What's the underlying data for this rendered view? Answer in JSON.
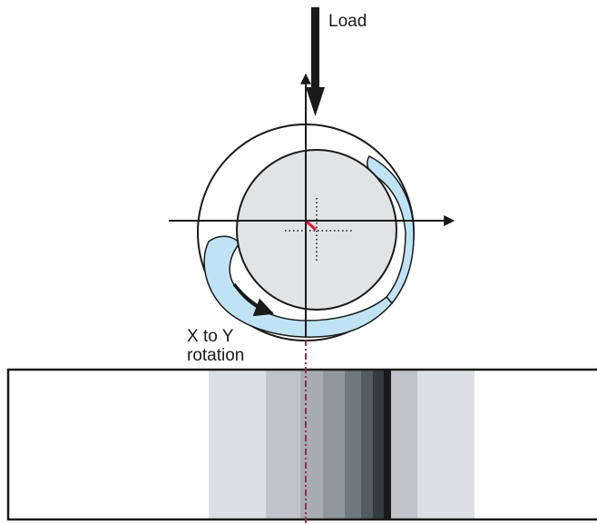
{
  "labels": {
    "load": "Load",
    "rotation_line1": "X to Y",
    "rotation_line2": "rotation"
  },
  "colors": {
    "lubricant": "#bfe3f4",
    "journal": "#e2e3e5",
    "outline": "#1a1a1a",
    "center_marker": "#e0173c",
    "projection_line": "#a0284f",
    "bands": [
      "#dcdfe3",
      "#c0c3c9",
      "#a7acb1",
      "#8f979c",
      "#6f787c",
      "#525b5f",
      "#353c3f",
      "#1a1a1a",
      "#c0c3c9",
      "#dcdfe3"
    ]
  }
}
